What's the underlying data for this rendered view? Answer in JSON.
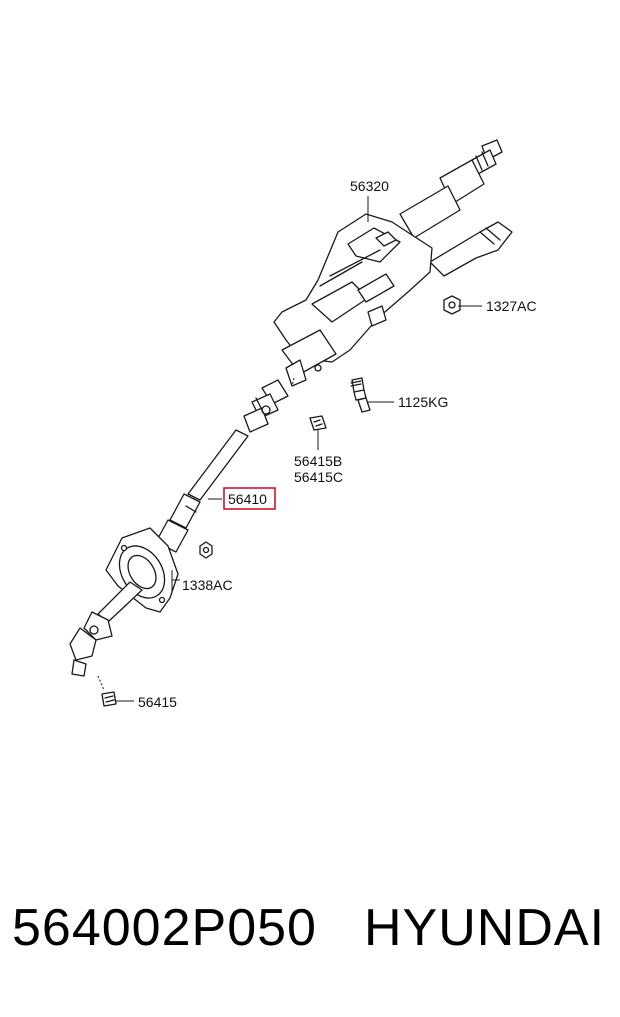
{
  "diagram": {
    "callouts": {
      "column_upper": "56320",
      "nut_upper": "1327AC",
      "bolt_upper": "1125KG",
      "bolt_joint_b": "56415B",
      "bolt_joint_c": "56415C",
      "shaft_highlighted": "56410",
      "nut_lower": "1338AC",
      "bolt_lower": "56415"
    },
    "highlight_color": "#d0021b"
  },
  "footer": {
    "part_number": "564002P050",
    "brand": "HYUNDAI"
  }
}
